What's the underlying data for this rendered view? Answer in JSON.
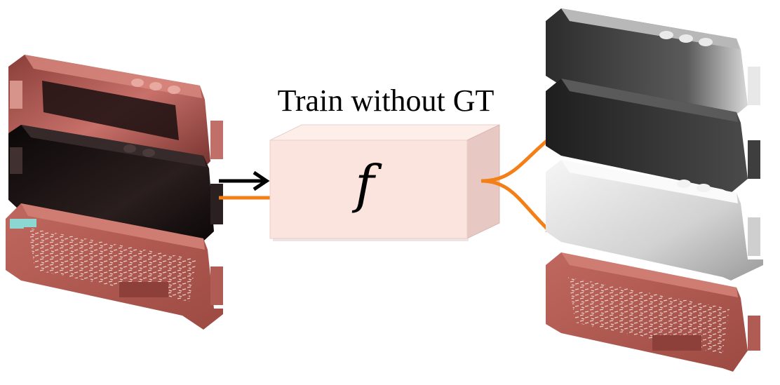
{
  "title": "Train without GT",
  "function_symbol": "f",
  "colors": {
    "box_front": "#fbe3de",
    "box_top": "#fdeeea",
    "box_side": "#e8c8c2",
    "arrow_black": "#000000",
    "arrow_orange": "#f57f17",
    "train_red": "#b0584f",
    "train_dark": "#1e1414",
    "train_gray": "#3d3d3d",
    "train_white": "#e2e2e2"
  },
  "input_images": [
    {
      "name": "input-shading-image",
      "kind": "shaded-red"
    },
    {
      "name": "input-dark-image",
      "kind": "dark"
    },
    {
      "name": "input-albedo-image",
      "kind": "red-albedo"
    }
  ],
  "output_images": [
    {
      "name": "output-gray-image",
      "kind": "gray"
    },
    {
      "name": "output-dark-gray-image",
      "kind": "dark-gray"
    },
    {
      "name": "output-white-image",
      "kind": "white"
    },
    {
      "name": "output-albedo-image",
      "kind": "red-albedo"
    }
  ]
}
